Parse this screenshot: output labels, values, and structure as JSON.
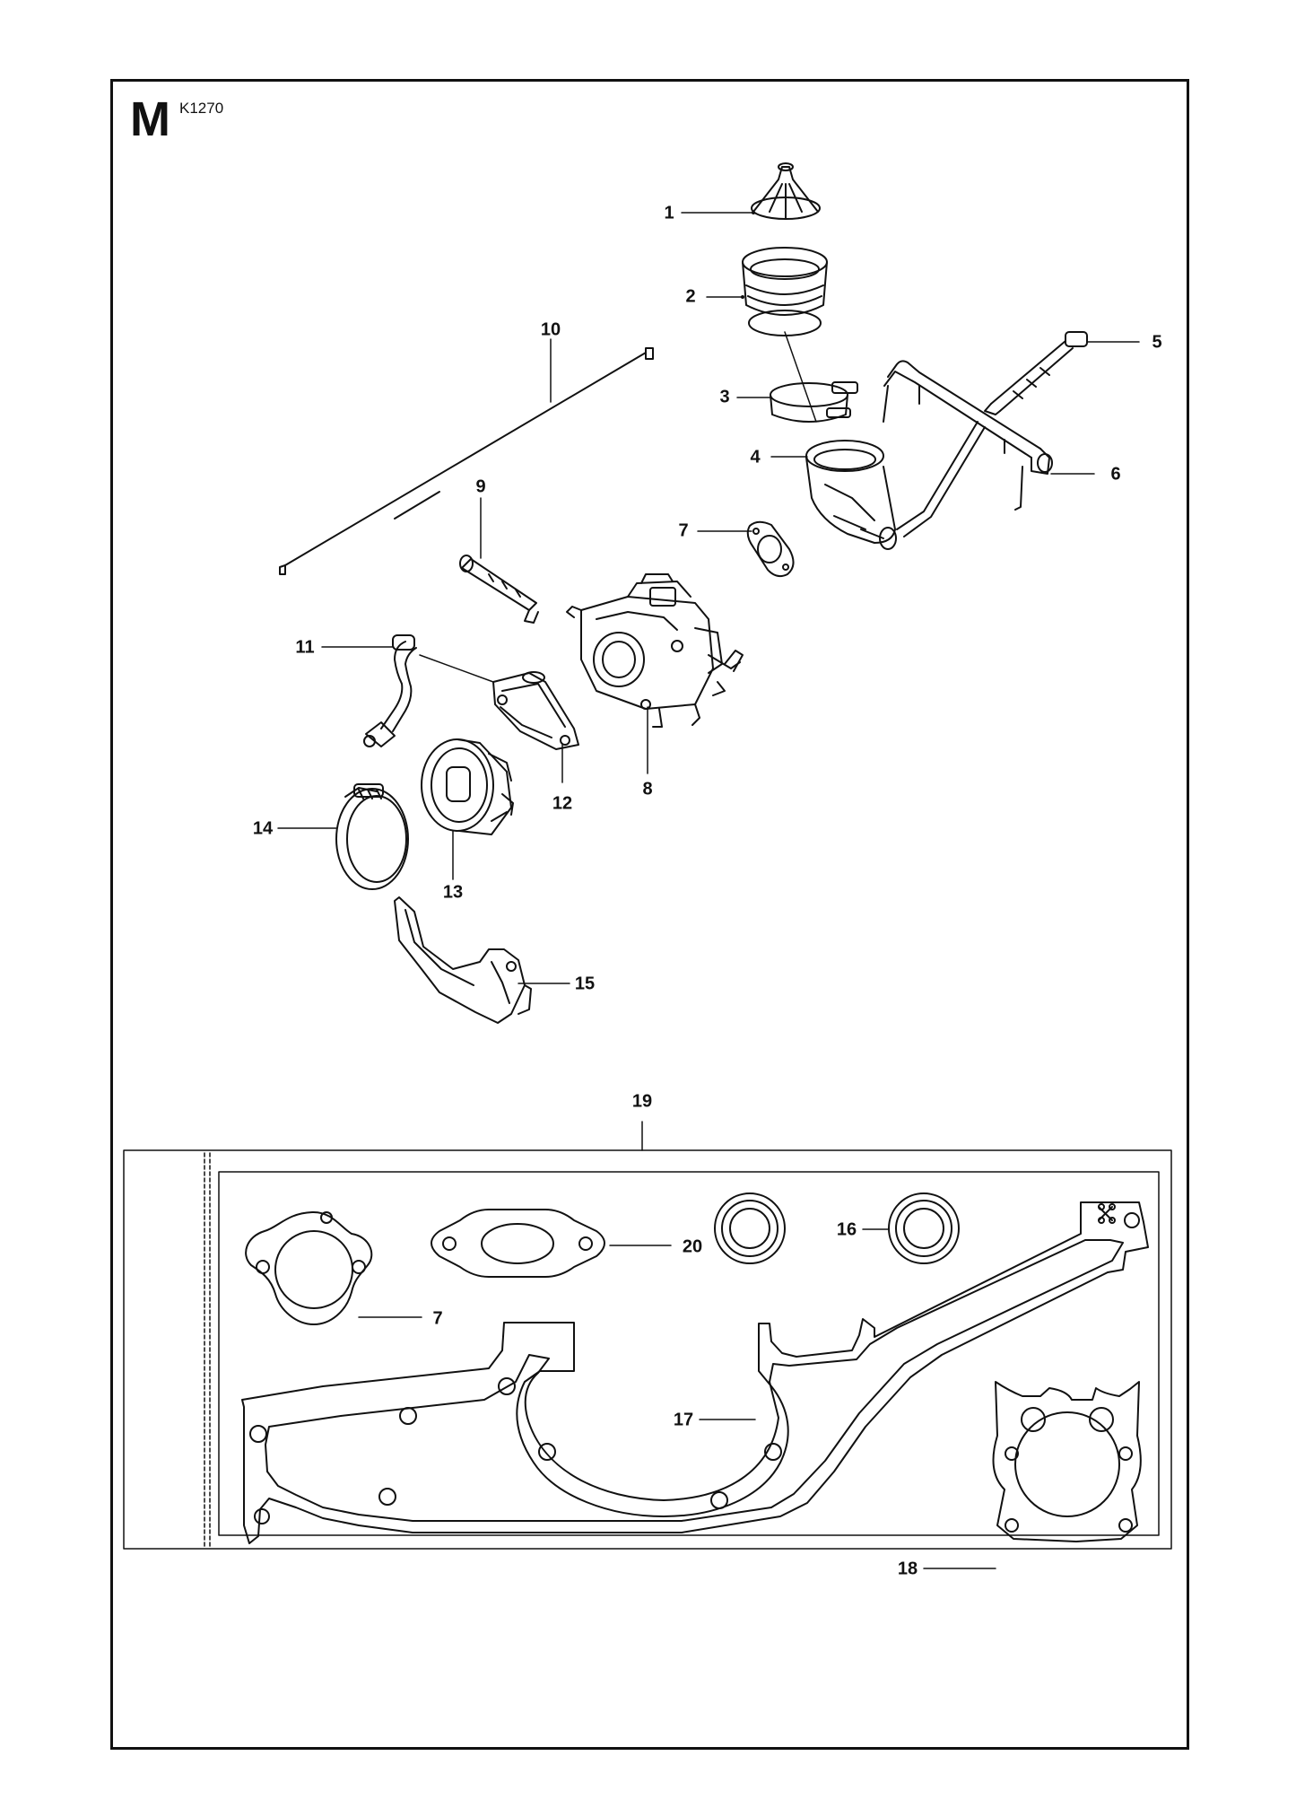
{
  "sheet": {
    "letter": "M",
    "code": "K1270"
  },
  "callouts": [
    {
      "id": "1",
      "label": "1"
    },
    {
      "id": "2",
      "label": "2"
    },
    {
      "id": "3",
      "label": "3"
    },
    {
      "id": "4",
      "label": "4"
    },
    {
      "id": "5",
      "label": "5"
    },
    {
      "id": "6",
      "label": "6"
    },
    {
      "id": "7a",
      "label": "7"
    },
    {
      "id": "8",
      "label": "8"
    },
    {
      "id": "9",
      "label": "9"
    },
    {
      "id": "10",
      "label": "10"
    },
    {
      "id": "11",
      "label": "11"
    },
    {
      "id": "12",
      "label": "12"
    },
    {
      "id": "13",
      "label": "13"
    },
    {
      "id": "14",
      "label": "14"
    },
    {
      "id": "15",
      "label": "15"
    },
    {
      "id": "19",
      "label": "19"
    },
    {
      "id": "20",
      "label": "20"
    },
    {
      "id": "16",
      "label": "16"
    },
    {
      "id": "7b",
      "label": "7"
    },
    {
      "id": "17",
      "label": "17"
    },
    {
      "id": "18",
      "label": "18"
    }
  ]
}
